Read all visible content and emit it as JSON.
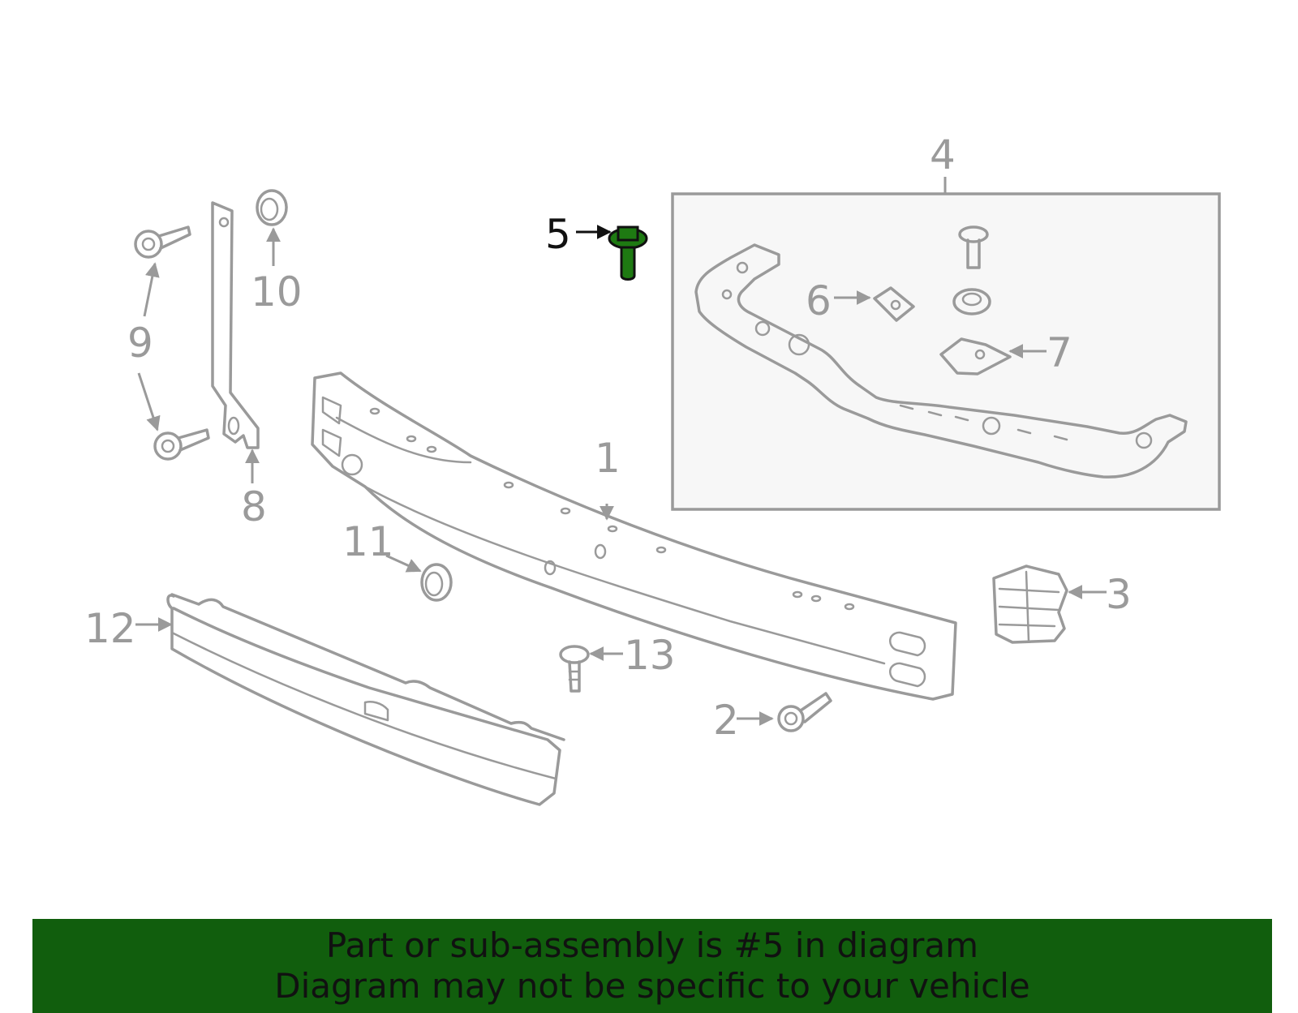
{
  "diagram": {
    "callouts": {
      "c1": "1",
      "c2": "2",
      "c3": "3",
      "c4": "4",
      "c5": "5",
      "c6": "6",
      "c7": "7",
      "c8": "8",
      "c9": "9",
      "c10": "10",
      "c11": "11",
      "c12": "12",
      "c13": "13"
    },
    "highlighted_part": "5",
    "colors": {
      "line": "#9a9a9a",
      "highlight_part": "#1e7a12",
      "highlight_label": "#111111",
      "inset_background": "#f7f7f7",
      "banner_background": "#115e0d"
    }
  },
  "banner": {
    "line1": "Part or sub-assembly is #5 in diagram",
    "line2": "Diagram may not be specific to your vehicle"
  }
}
